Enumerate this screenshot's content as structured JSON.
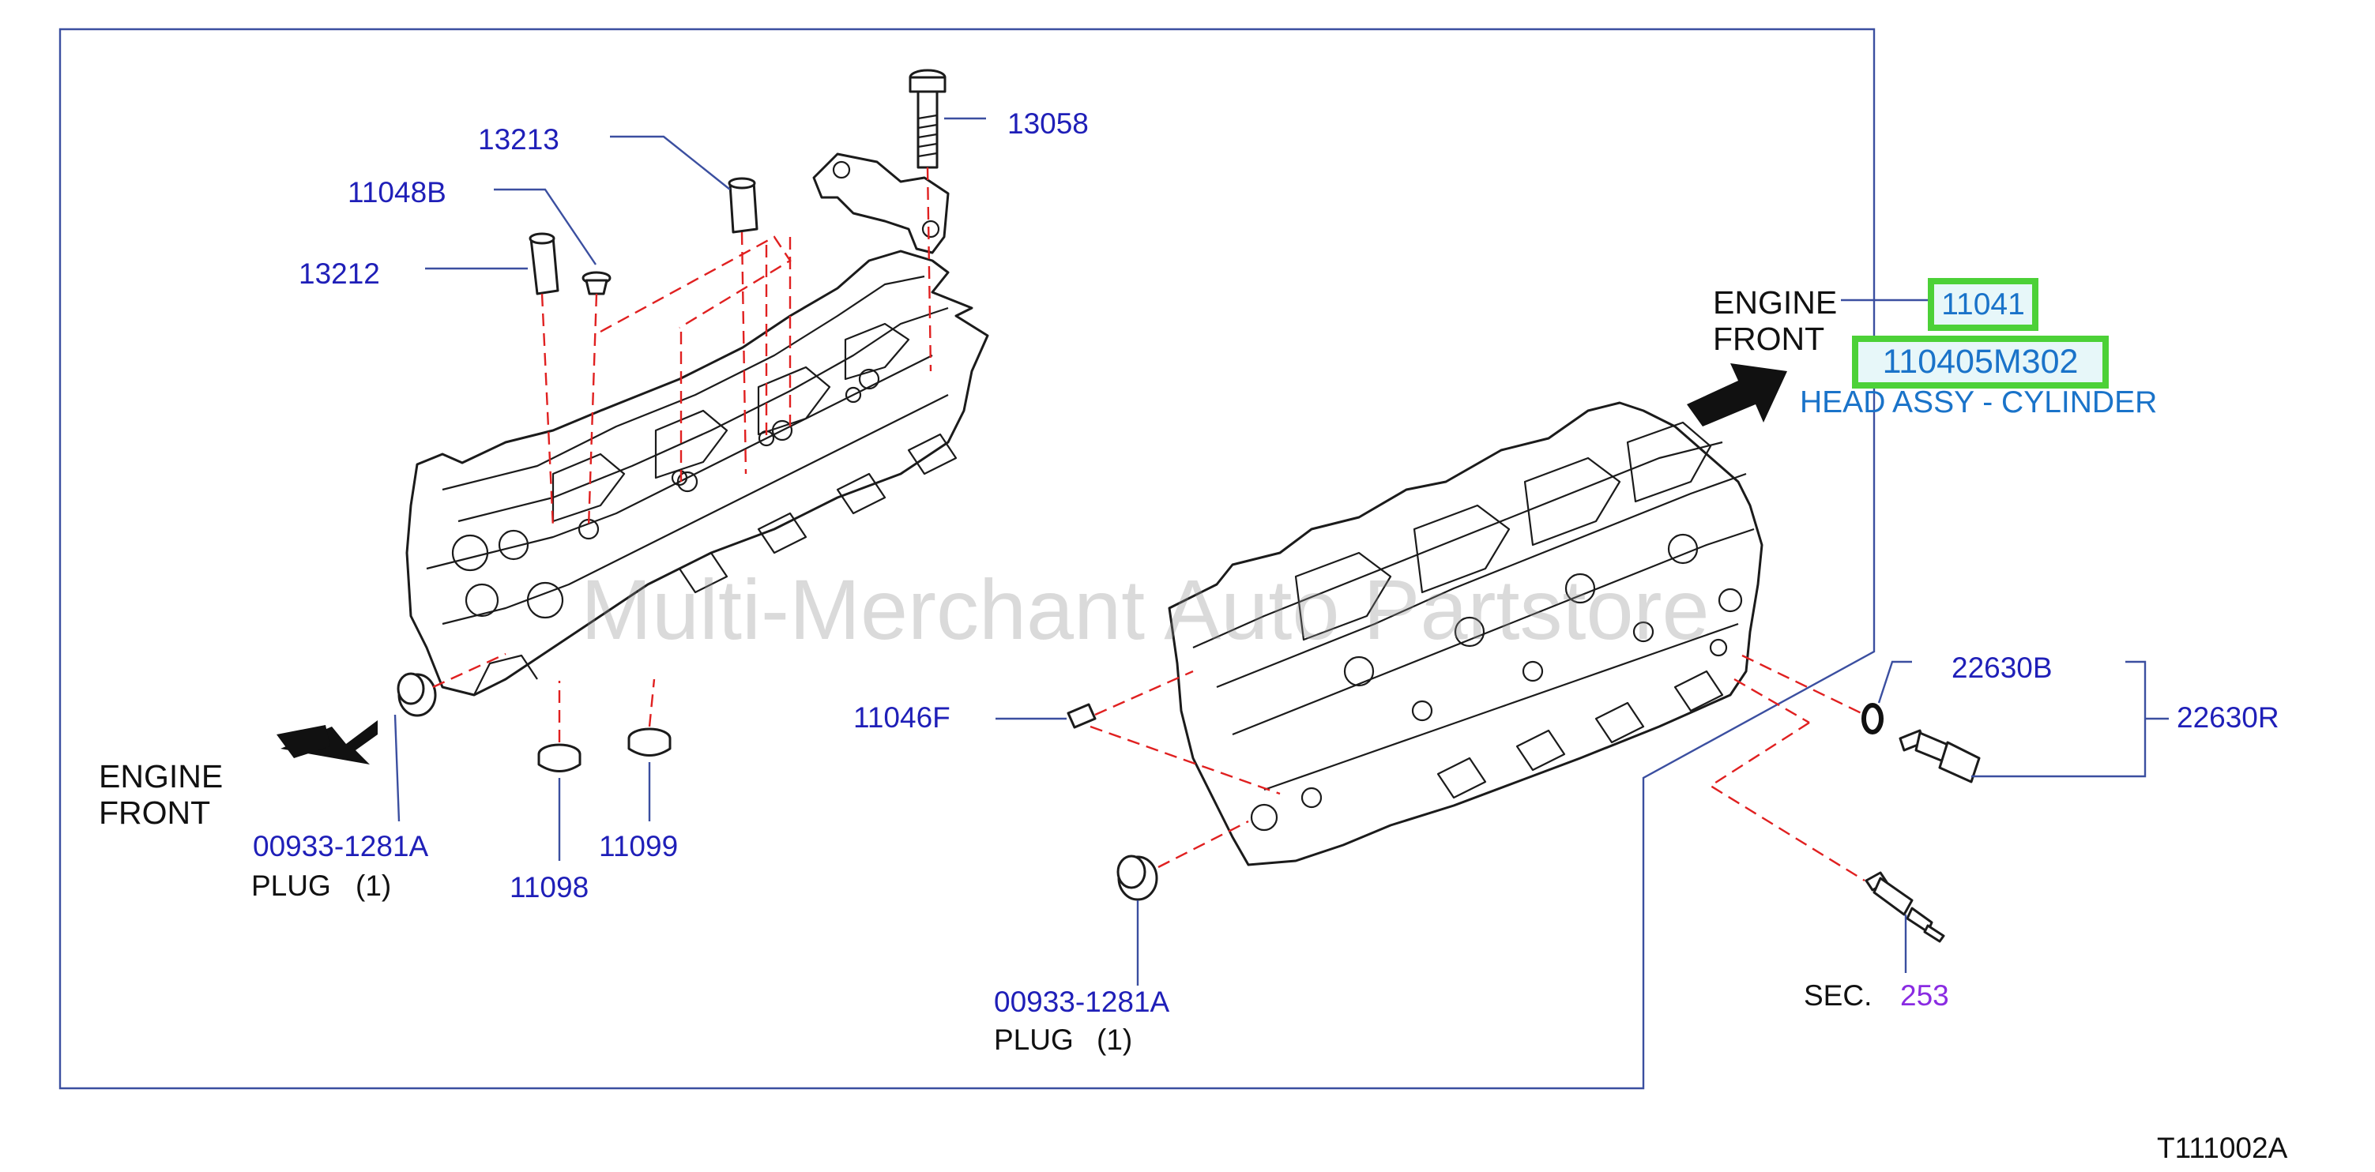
{
  "watermark": "Multi-Merchant Auto Partstore",
  "diagram_code": "T111002A",
  "engine_front_label": {
    "line1": "ENGINE",
    "line2": "FRONT"
  },
  "highlight": {
    "part_number": "11041",
    "alt_part_number": "110405M302",
    "description": "HEAD ASSY - CYLINDER",
    "accent_color": "#4cd137",
    "text_color": "#1a73c9"
  },
  "callouts": [
    {
      "id": "13058",
      "label": "13058"
    },
    {
      "id": "13213",
      "label": "13213"
    },
    {
      "id": "11048b",
      "label": "11048B"
    },
    {
      "id": "13212",
      "label": "13212"
    },
    {
      "id": "11046f",
      "label": "11046F"
    },
    {
      "id": "22630b",
      "label": "22630B"
    },
    {
      "id": "22630r",
      "label": "22630R"
    },
    {
      "id": "11098",
      "label": "11098"
    },
    {
      "id": "11099",
      "label": "11099"
    },
    {
      "id": "plug-left",
      "label": "00933-1281A"
    },
    {
      "id": "plug-center",
      "label": "00933-1281A"
    }
  ],
  "plug_text": {
    "name": "PLUG",
    "qty": "(1)"
  },
  "section_ref": {
    "prefix": "SEC.",
    "number": "253"
  },
  "colors": {
    "part_link": "#1f1fb8",
    "section_link": "#8a2be2",
    "leader_dash": "#e02020",
    "frame": "#3b4fa0"
  }
}
